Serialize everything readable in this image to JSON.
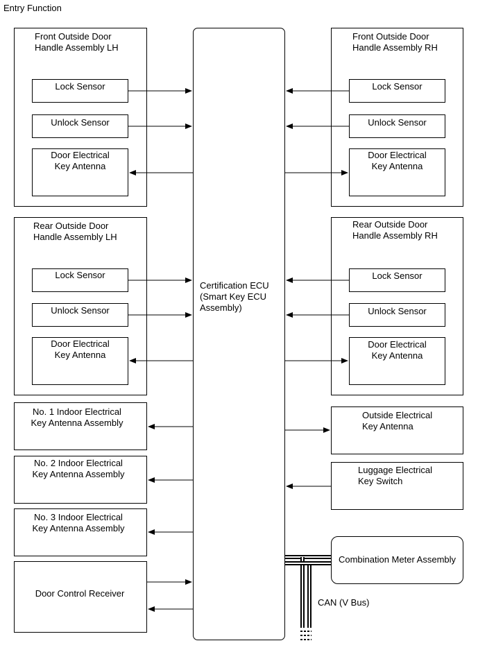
{
  "title": "Entry Function",
  "ecu": {
    "label": "Certification ECU\n(Smart Key ECU\nAssembly)"
  },
  "front_lh": {
    "title": "Front Outside Door\nHandle Assembly LH",
    "lock": "Lock Sensor",
    "unlock": "Unlock Sensor",
    "antenna": "Door Electrical\nKey Antenna"
  },
  "front_rh": {
    "title": "Front Outside Door\nHandle Assembly RH",
    "lock": "Lock Sensor",
    "unlock": "Unlock Sensor",
    "antenna": "Door Electrical\nKey Antenna"
  },
  "rear_lh": {
    "title": "Rear Outside Door\nHandle Assembly LH",
    "lock": "Lock Sensor",
    "unlock": "Unlock Sensor",
    "antenna": "Door Electrical\nKey Antenna"
  },
  "rear_rh": {
    "title": "Rear Outside Door\nHandle Assembly RH",
    "lock": "Lock Sensor",
    "unlock": "Unlock Sensor",
    "antenna": "Door Electrical\nKey Antenna"
  },
  "indoor1": "No. 1 Indoor Electrical\nKey Antenna Assembly",
  "indoor2": "No. 2 Indoor Electrical\nKey Antenna Assembly",
  "indoor3": "No. 3 Indoor Electrical\nKey Antenna Assembly",
  "door_control_receiver": "Door Control Receiver",
  "outside_antenna": "Outside Electrical\nKey Antenna",
  "luggage_switch": "Luggage Electrical\nKey Switch",
  "combination_meter": "Combination Meter Assembly",
  "can_label": "CAN (V Bus)"
}
